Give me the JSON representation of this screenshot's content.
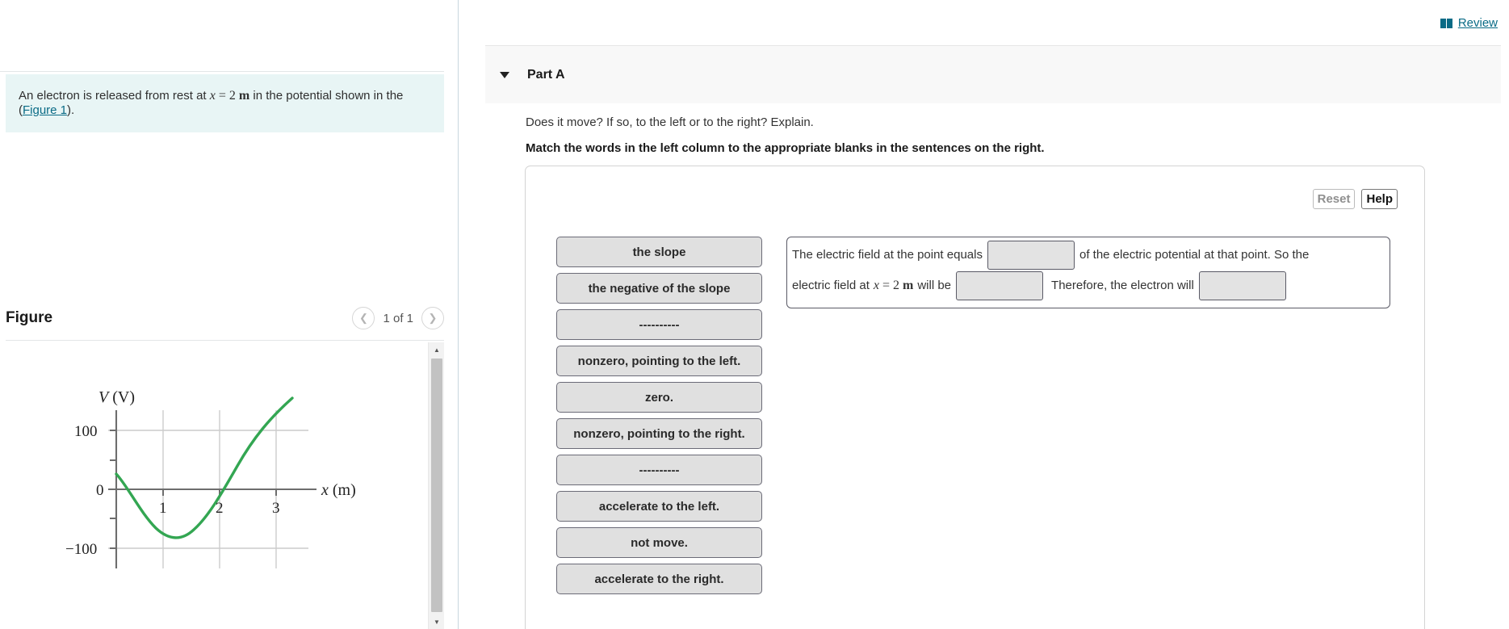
{
  "review": {
    "label": "Review",
    "icon": "book-icon",
    "color": "#0a6b86"
  },
  "left": {
    "problem": {
      "prefix": "An electron is released from rest at ",
      "var": "x",
      "eq": " = 2 ",
      "unit": "m",
      "mid": " in the potential shown in the (",
      "link": "Figure 1",
      "suffix": ")."
    },
    "figure": {
      "title": "Figure",
      "pager_label": "1 of 1",
      "prev_icon": "chevron-left-icon",
      "next_icon": "chevron-right-icon"
    },
    "scrollbar": {
      "up_icon": "scroll-up-arrow-icon",
      "down_icon": "scroll-down-arrow-icon"
    }
  },
  "part": {
    "caret_icon": "caret-down-icon",
    "label": "Part A",
    "prompt": "Does it move? If so, to the left or to the right? Explain.",
    "instruction": "Match the words in the left column to the appropriate blanks in the sentences on the right."
  },
  "tools": {
    "reset": "Reset",
    "help": "Help"
  },
  "wordbank": [
    "the slope",
    "the negative of the slope",
    "----------",
    "nonzero, pointing to the left.",
    "zero.",
    "nonzero, pointing to the right.",
    "----------",
    "accelerate to the left.",
    "not move.",
    "accelerate to the right."
  ],
  "sentence": {
    "seg1": "The electric field at the point equals",
    "seg2": "of the electric potential at that point. So the",
    "seg3": "electric field at",
    "var": "x",
    "eq": " = 2 ",
    "unit": "m",
    "seg4": "will be",
    "seg5": "Therefore, the electron will",
    "blank1": "",
    "blank2": "",
    "blank3": ""
  },
  "chart_data": {
    "type": "line",
    "title": "",
    "xlabel": "x (m)",
    "ylabel": "V (V)",
    "xlim": [
      -0.25,
      3.5
    ],
    "ylim": [
      -150,
      150
    ],
    "xticks": [
      1,
      2,
      3
    ],
    "yticks": [
      -100,
      0,
      100
    ],
    "grid": true,
    "line_color": "#33a652",
    "series": [
      {
        "name": "V(x)",
        "x": [
          0.0,
          0.15,
          0.3,
          0.45,
          0.6,
          0.75,
          0.9,
          1.05,
          1.15,
          1.3,
          1.45,
          1.6,
          1.75,
          1.9,
          2.0,
          2.15,
          2.3,
          2.45,
          2.6,
          2.75,
          2.9,
          3.05,
          3.2,
          3.3
        ],
        "y": [
          50,
          30,
          11,
          -6,
          -27,
          -45,
          -60,
          -71,
          -75,
          -72,
          -63,
          -50,
          -34,
          -13,
          0,
          20,
          40,
          58,
          75,
          91,
          104,
          114,
          120,
          123
        ]
      }
    ]
  }
}
